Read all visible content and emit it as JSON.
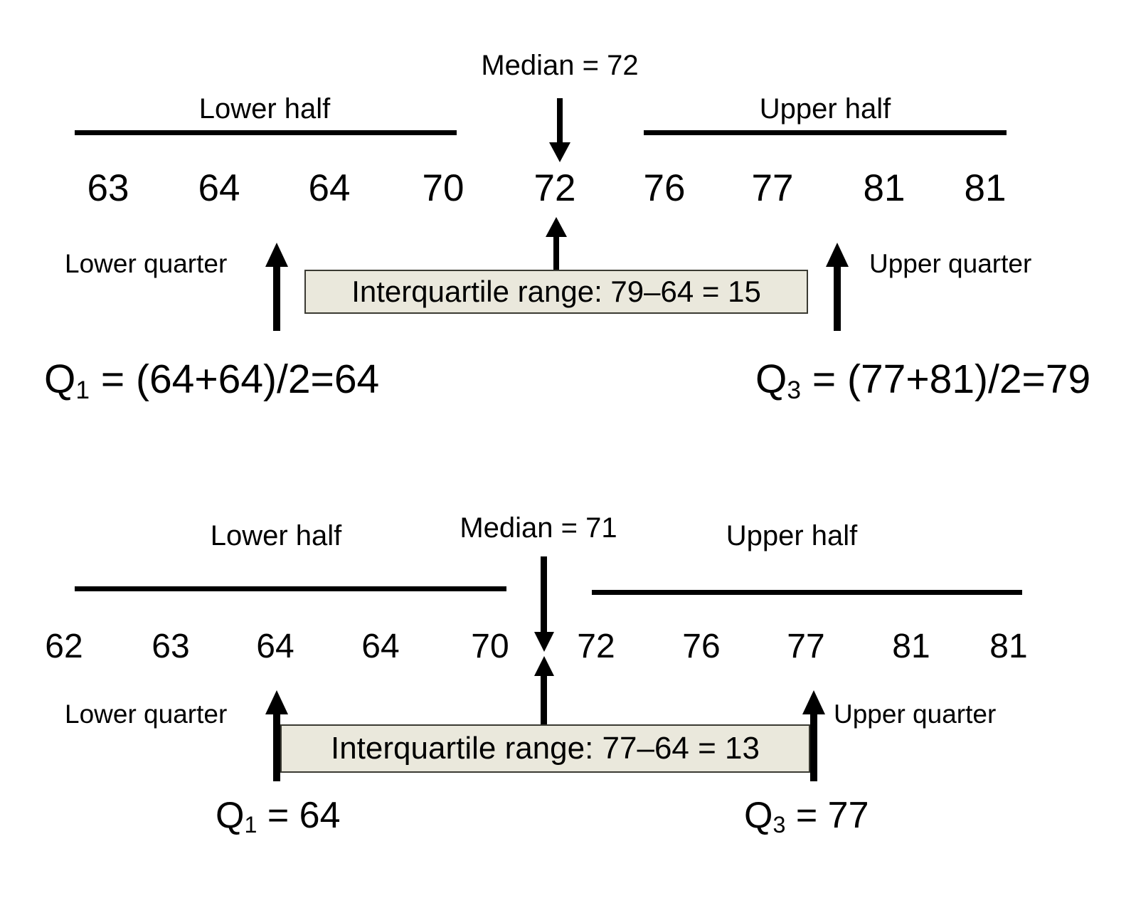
{
  "chart_data": {
    "type": "diagram",
    "title": "Interquartile range computation for two data sets",
    "panels": [
      {
        "id": "panel-odd",
        "values": [
          63,
          64,
          64,
          70,
          72,
          76,
          77,
          81,
          81
        ],
        "n": 9,
        "median_label": "Median = 72",
        "median": 72,
        "lower_half_label": "Lower half",
        "upper_half_label": "Upper half",
        "lower_half_values": [
          63,
          64,
          64,
          70
        ],
        "upper_half_values": [
          76,
          77,
          81,
          81
        ],
        "lower_quarter_label": "Lower quarter",
        "upper_quarter_label": "Upper quarter",
        "iqr_label": "Interquartile range: 79–64 = 15",
        "q1": 64,
        "q3": 79,
        "iqr": 15,
        "q1_formula_prefix": "Q",
        "q1_formula_sub": "1",
        "q1_formula_rest": " = (64+64)/2=64",
        "q3_formula_prefix": "Q",
        "q3_formula_sub": "3",
        "q3_formula_rest": " = (77+81)/2=79"
      },
      {
        "id": "panel-even",
        "values": [
          62,
          63,
          64,
          64,
          70,
          72,
          76,
          77,
          81,
          81
        ],
        "n": 10,
        "median_label": "Median = 71",
        "median": 71,
        "lower_half_label": "Lower half",
        "upper_half_label": "Upper half",
        "lower_half_values": [
          62,
          63,
          64,
          64,
          70
        ],
        "upper_half_values": [
          72,
          76,
          77,
          81,
          81
        ],
        "lower_quarter_label": "Lower quarter",
        "upper_quarter_label": "Upper quarter",
        "iqr_label": "Interquartile range: 77–64 = 13",
        "q1": 64,
        "q3": 77,
        "iqr": 13,
        "q1_formula_prefix": "Q",
        "q1_formula_sub": "1",
        "q1_formula_rest": " = 64",
        "q3_formula_prefix": "Q",
        "q3_formula_sub": "3",
        "q3_formula_rest": " = 77"
      }
    ],
    "colors": {
      "ink": "#000000",
      "box_fill": "#eae8dc",
      "box_border": "#3a3a32",
      "background": "#ffffff"
    }
  },
  "panel1": {
    "median_label": "Median = 72",
    "lower_half_label": "Lower half",
    "upper_half_label": "Upper half",
    "lower_quarter_label": "Lower quarter",
    "upper_quarter_label": "Upper quarter",
    "iqr_label": "Interquartile range: 79–64 = 15",
    "values": [
      "63",
      "64",
      "64",
      "70",
      "72",
      "76",
      "77",
      "81",
      "81"
    ],
    "q1_prefix": "Q",
    "q1_sub": "1",
    "q1_rest": " = (64+64)/2=64",
    "q3_prefix": "Q",
    "q3_sub": "3",
    "q3_rest": " = (77+81)/2=79"
  },
  "panel2": {
    "median_label": "Median = 71",
    "lower_half_label": "Lower half",
    "upper_half_label": "Upper half",
    "lower_quarter_label": "Lower quarter",
    "upper_quarter_label": "Upper quarter",
    "iqr_label": "Interquartile range: 77–64 = 13",
    "values": [
      "62",
      "63",
      "64",
      "64",
      "70",
      "72",
      "76",
      "77",
      "81",
      "81"
    ],
    "q1_prefix": "Q",
    "q1_sub": "1",
    "q1_rest": " = 64",
    "q3_prefix": "Q",
    "q3_sub": "3",
    "q3_rest": " = 77"
  }
}
